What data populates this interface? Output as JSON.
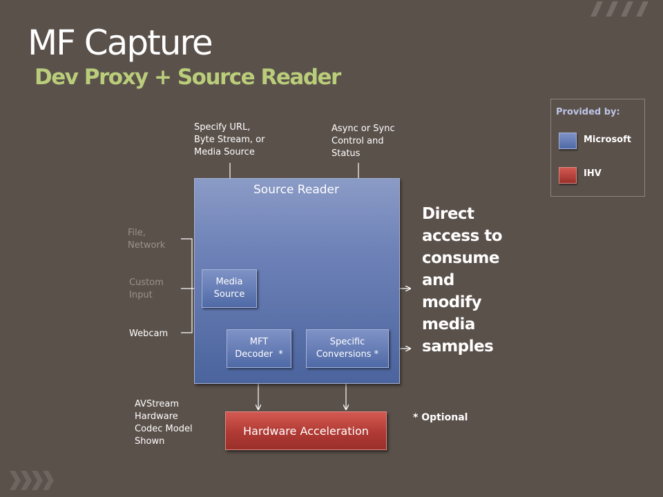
{
  "slide": {
    "title": "MF Capture",
    "subtitle": "Dev Proxy + Source Reader"
  },
  "annotations": {
    "specify": [
      "Specify URL,",
      "Byte Stream, or",
      "Media Source"
    ],
    "async": [
      "Async or Sync",
      "Control and",
      "Status"
    ],
    "file_network": [
      "File,",
      "Network"
    ],
    "custom_input": [
      "Custom",
      "Input"
    ],
    "webcam": "Webcam",
    "avstream": [
      "AVStream",
      "Hardware",
      "Codec Model",
      "Shown"
    ],
    "optional": "* Optional",
    "direct": [
      "Direct",
      "access to",
      "consume",
      "and",
      "modify",
      "media",
      "samples"
    ]
  },
  "diagram": {
    "source_reader": "Source Reader",
    "media_source": [
      "Media",
      "Source"
    ],
    "mft_decoder": [
      "MFT",
      "Decoder  *"
    ],
    "specific_conversions": [
      "Specific",
      "Conversions *"
    ],
    "hardware_acceleration": "Hardware Acceleration"
  },
  "legend": {
    "title": "Provided by:",
    "items": [
      {
        "label": "Microsoft",
        "color": "#5d76b2"
      },
      {
        "label": "IHV",
        "color": "#c0443d"
      }
    ]
  },
  "colors": {
    "background": "#5b514b",
    "subtitle": "#b9cd7a",
    "microsoft": "#5d76b2",
    "ihv": "#c0443d"
  }
}
